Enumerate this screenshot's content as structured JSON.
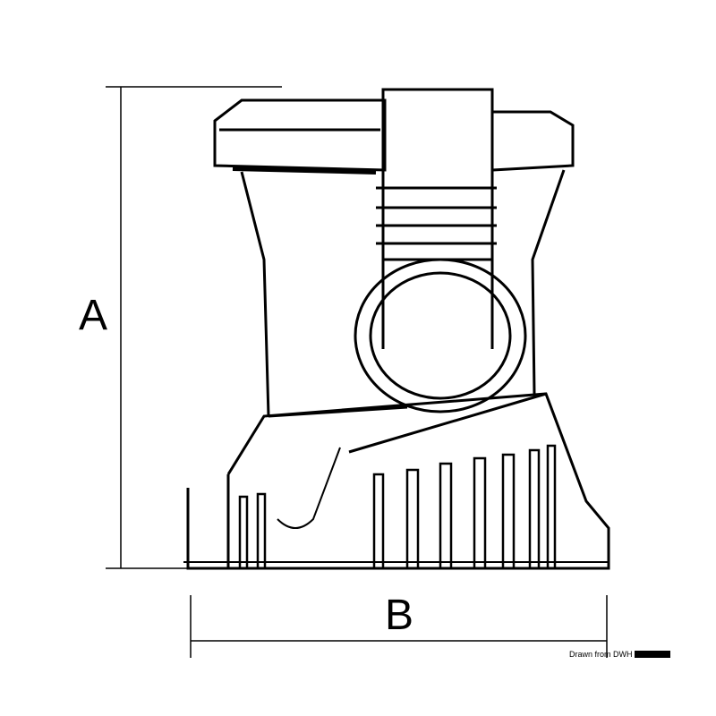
{
  "dimensions": {
    "height_label": "A",
    "width_label": "B"
  },
  "credit": {
    "text": "Drawn from DWH"
  },
  "colors": {
    "line": "#000000",
    "background": "#ffffff"
  }
}
